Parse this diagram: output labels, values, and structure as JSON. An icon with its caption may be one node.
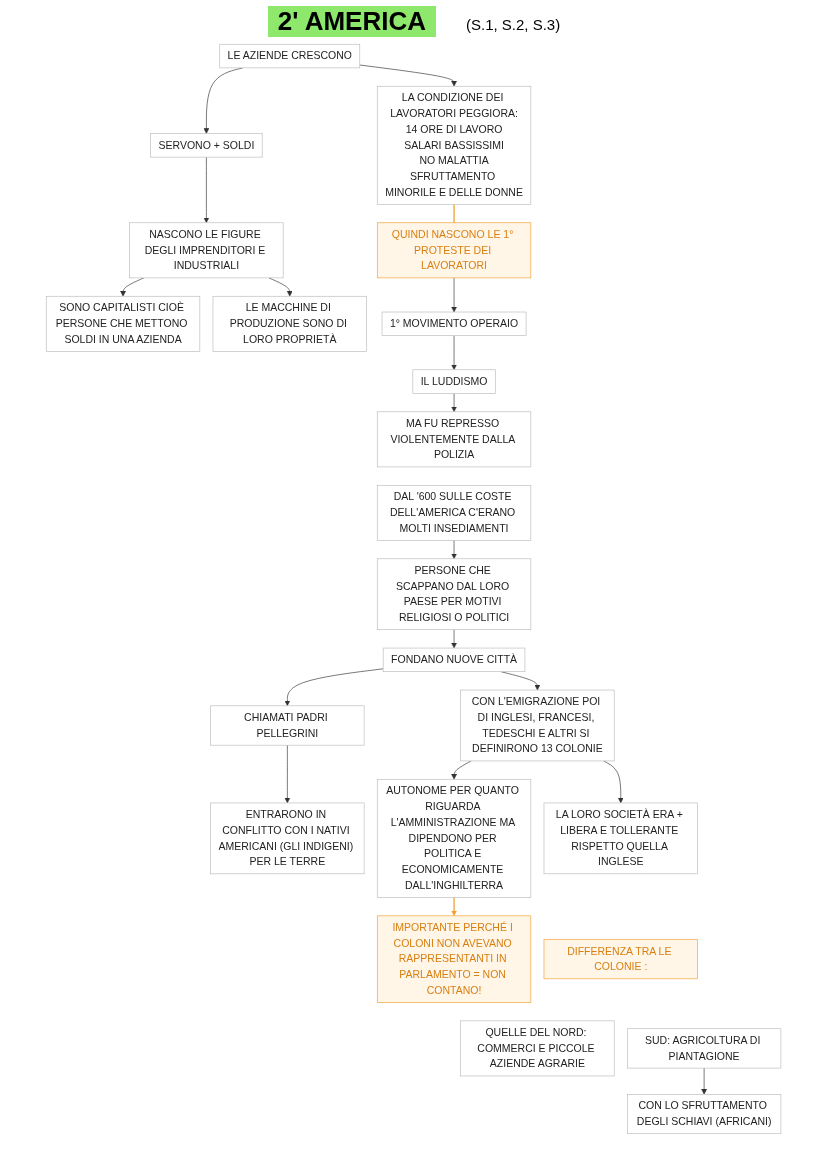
{
  "diagram": {
    "title": "2' AMERICA",
    "nodes": [
      {
        "text": [
          "LE AZIENDE CRESCONO"
        ]
      },
      {
        "text": [
          "SERVONO + SOLDI"
        ]
      },
      {
        "text": [
          "NASCONO LE FIGURE DEGLI IMPRENDITORI E INDUSTRIALI"
        ]
      },
      {
        "text": [
          "SONO CAPITALISTI CIOÈ PERSONE CHE METTONO SOLDI IN UNA AZIENDA"
        ]
      },
      {
        "text": [
          "LE MACCHINE DI PRODUZIONE SONO DI LORO PROPRIETÀ"
        ]
      },
      {
        "text": [
          "LA CONDIZIONE DEI LAVORATORI PEGGIORA:",
          "14 ORE DI LAVORO",
          "SALARI BASSISSIMI",
          "NO MALATTIA",
          "SFRUTTAMENTO MINORILE E DELLE DONNE"
        ]
      },
      {
        "text": [
          "QUINDI NASCONO LE 1° PROTESTE DEI LAVORATORI"
        ]
      },
      {
        "text": [
          "1° MOVIMENTO OPERAIO"
        ]
      },
      {
        "text": [
          "IL LUDDISMO"
        ]
      },
      {
        "text": [
          "MA FU REPRESSO VIOLENTEMENTE DALLA POLIZIA"
        ]
      },
      {
        "text": [
          "DAL '600 SULLE COSTE DELL'AMERICA C'ERANO MOLTI INSEDIAMENTI"
        ]
      },
      {
        "text": [
          "PERSONE CHE SCAPPANO DAL LORO PAESE PER MOTIVI RELIGIOSI O POLITICI"
        ]
      },
      {
        "text": [
          "FONDANO NUOVE CITTÀ"
        ]
      },
      {
        "text": [
          "CON L'EMIGRAZIONE POI DI INGLESI, FRANCESI, TEDESCHI E ALTRI SI DEFINIRONO 13 COLONIE"
        ]
      },
      {
        "text": [
          "CHIAMATI PADRI PELLEGRINI"
        ]
      },
      {
        "text": [
          "ENTRARONO IN CONFLITTO CON I NATIVI AMERICANI (GLI INDIGENI) PER LE TERRE"
        ]
      },
      {
        "text": [
          "AUTONOME PER QUANTO RIGUARDA L'AMMINISTRAZIONE MA DIPENDONO PER POLITICA E ECONOMICAMENTE DALL'INGHILTERRA"
        ]
      },
      {
        "text": [
          "IMPORTANTE PERCHÉ I COLONI NON AVEVANO RAPPRESENTANTI IN PARLAMENTO = NON CONTANO!"
        ]
      },
      {
        "text": [
          "LA LORO SOCIETÀ ERA + LIBERA E TOLLERANTE RISPETTO QUELLA INGLESE"
        ]
      },
      {
        "text": [
          "DIFFERENZA TRA LE COLONIE :"
        ]
      },
      {
        "text": [
          "QUELLE DEL NORD: COMMERCI E PICCOLE AZIENDE AGRARIE"
        ]
      },
      {
        "text": [
          "SUD: AGRICOLTURA DI PIANTAGIONE"
        ]
      },
      {
        "text": [
          "CON LO SFRUTTAMENTO DEGLI SCHIAVI (AFRICANI)"
        ]
      }
    ],
    "edges": [
      {
        "from": 0,
        "to": 1,
        "arrow": "to"
      },
      {
        "from": 1,
        "to": 2,
        "arrow": "to"
      },
      {
        "from": 2,
        "to": 3,
        "arrow": "to"
      },
      {
        "from": 2,
        "to": 4,
        "arrow": "to"
      },
      {
        "from": 0,
        "to": 5,
        "arrow": "to"
      },
      {
        "from": 5,
        "to": 6,
        "arrow": "none",
        "color": "#f0a030"
      },
      {
        "from": 6,
        "to": 7,
        "arrow": "to"
      },
      {
        "from": 7,
        "to": 8,
        "arrow": "to"
      },
      {
        "from": 8,
        "to": 9,
        "arrow": "to"
      },
      {
        "from": 10,
        "to": 11,
        "arrow": "to"
      },
      {
        "from": 11,
        "to": 12,
        "arrow": "to"
      },
      {
        "from": 12,
        "to": 13,
        "arrow": "to"
      },
      {
        "from": 12,
        "to": 14,
        "arrow": "to"
      },
      {
        "from": 14,
        "to": 15,
        "arrow": "to"
      },
      {
        "from": 13,
        "to": 16,
        "arrow": "to"
      },
      {
        "from": 16,
        "to": 17,
        "arrow": "to",
        "color": "#f0a030"
      },
      {
        "from": 13,
        "to": 18,
        "arrow": "to"
      },
      {
        "from": 21,
        "to": 22,
        "arrow": "to"
      }
    ],
    "labels": [
      "(S.1, S.2, S.3)"
    ]
  }
}
